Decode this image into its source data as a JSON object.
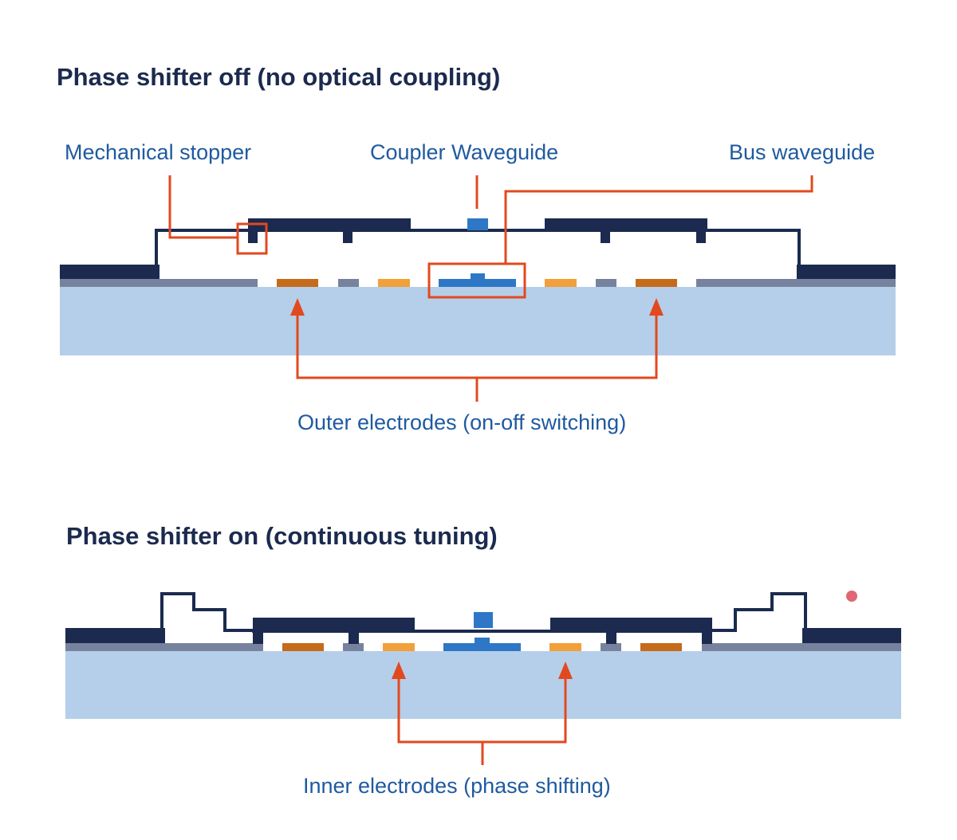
{
  "colors": {
    "structure": "#1b2a4e",
    "oxide_layer": "#77839e",
    "substrate": "#b5cfea",
    "waveguide": "#2e77c7",
    "outer_electrode": "#c56b1a",
    "inner_electrode": "#f2a03a",
    "annotation": "#e2491f",
    "label_text": "#1f5aa0",
    "title_text": "#1b2a4e"
  },
  "panel_off": {
    "title": "Phase shifter off (no optical coupling)",
    "labels": {
      "mechanical_stopper": "Mechanical stopper",
      "coupler_waveguide": "Coupler Waveguide",
      "bus_waveguide": "Bus waveguide",
      "outer_electrodes": "Outer electrodes (on-off switching)"
    }
  },
  "panel_on": {
    "title": "Phase shifter on (continuous tuning)",
    "labels": {
      "inner_electrodes": "Inner electrodes (phase shifting)"
    }
  }
}
